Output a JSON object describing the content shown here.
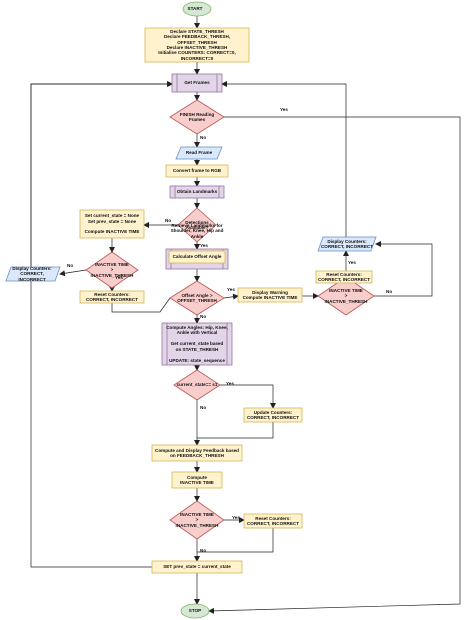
{
  "nodes": {
    "start": "START",
    "declare": "Declare STATE_THRESH\nDeclare FEEDBACK_THRESH, OFFSET_THRESH\nDeclare INACTIVE_THRESH\nInitialise COUNTERS: CORRECT=0, INCORRECT=0",
    "get_frames": "Get Frames",
    "finish_reading": "FINISH Reading\nFrames",
    "read_frame": "Read Frame",
    "convert_rgb": "Convert frame to RGB",
    "obtain_landmarks": "Obtain Landmarks",
    "detections": "Detections\nAvailable?",
    "set_none": "Set current_state = None\nSet prev_state = None\n\nCompute INACTIVE TIME",
    "inactive_left": "INACTIVE TIME\n>\nINACTIVE_THRESH",
    "display_left": "Display Counters:\nCORRECT, INCORRECT",
    "reset_left": "Reset Counters:\nCORRECT, INCORRECT",
    "retrieve_landmarks": "Retrieve Landmarks for\nShoulder, Knee, Hip and\nAnkle",
    "calc_offset": "Calculate Offset Angle",
    "offset_check": "Offset Angle >\nOFFSET_THRESH",
    "display_warning": "Display Warning\nCompute INACTIVE TIME",
    "inactive_right": "INACTIVE TIME\n>\nINACTIVE_THRESH",
    "reset_right": "Reset Counters:\nCORRECT, INCORRECT",
    "display_right": "Display Counters:\nCORRECT, INCORRECT",
    "compute_angles": "Compute Angles: Hip, Knee,\nAnkle with Vertical\n\nGet current_state based\non STATE_THRESH\n\nUPDATE: state_sequence",
    "state_check": "current_state== s1",
    "update_counters": "Update Counters:\nCORRECT, INCORRECT",
    "feedback": "Compute and Display Feedback based\non FEEDBACK_THRESH",
    "compute_inactive": "Compute\nINACTIVE TIME",
    "inactive_bottom": "INACTIVE TIME\n>\nINACTIVE_THRESH",
    "reset_bottom": "Reset Counters:\nCORRECT, INCORRECT",
    "set_prev": "SET prev_state = current_state",
    "stop": "STOP"
  },
  "edge_labels": {
    "yes": "Yes",
    "no": "No"
  },
  "colors": {
    "terminal_fill": "#d5e8d4",
    "terminal_stroke": "#82b366",
    "process_fill": "#fff2cc",
    "process_stroke": "#d6b656",
    "subprocess_fill": "#e1d5e7",
    "subprocess_stroke": "#9673a6",
    "decision_fill": "#f8cecc",
    "decision_stroke": "#b85450",
    "io_fill": "#dae8fc",
    "io_stroke": "#6c8ebf",
    "line": "#222222"
  }
}
